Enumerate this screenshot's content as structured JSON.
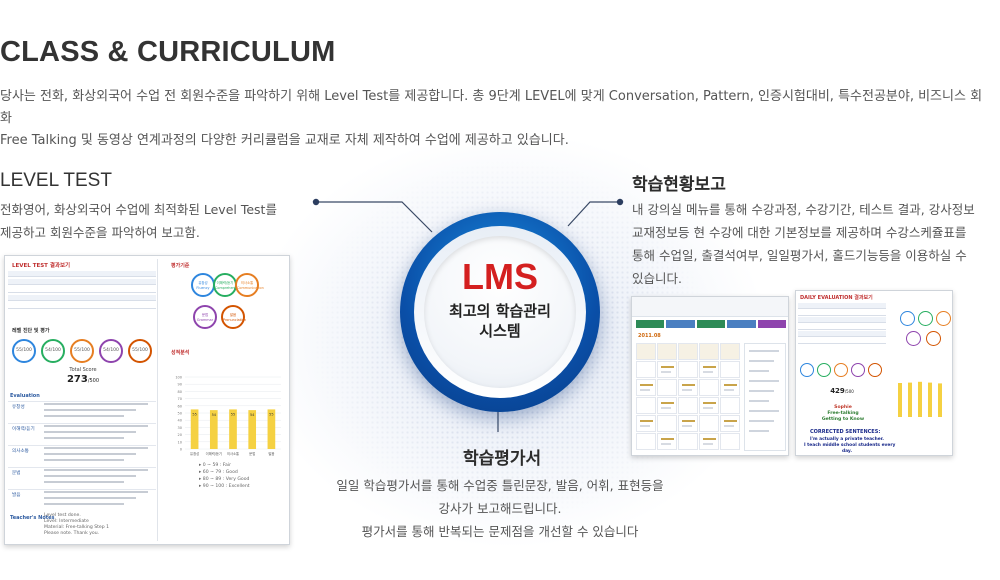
{
  "header": {
    "title": "CLASS & CURRICULUM",
    "intro_line1": "당사는 전화, 화상외국어 수업 전 회원수준을 파악하기 위해 Level Test를 제공합니다. 총 9단계 LEVEL에 맞게 Conversation, Pattern, 인증시험대비, 특수전공분야, 비즈니스 회화",
    "intro_line2": "Free Talking 및 동영상 연계과정의 다양한 커리큘럼을 교재로 자체 제작하여 수업에 제공하고 있습니다."
  },
  "center": {
    "logo": "LMS",
    "caption_line1": "최고의 학습관리",
    "caption_line2": "시스템"
  },
  "level_test": {
    "title": "LEVEL TEST",
    "desc_line1": "전화영어, 화상외국어 수업에 최적화된 Level Test를",
    "desc_line2": "제공하고 회원수준을 파악하여 보고함.",
    "shot": {
      "header": "LEVEL TEST 결과보기",
      "section_result": "레벨 진단 및 평가",
      "scores": [
        "55",
        "54",
        "55",
        "54",
        "55"
      ],
      "score_suffix": "/100",
      "total_label": "Total Score",
      "total": "273",
      "total_suffix": "/500",
      "evaluation_label": "Evaluation",
      "rows": [
        "유창성",
        "이해력/듣기",
        "의사소통",
        "문법",
        "발음"
      ],
      "side_title1": "평가기준",
      "side_title2": "성적분석",
      "bubbles": [
        "유창성 Fluency",
        "이해력/듣기 Comprehension",
        "의사소통 Communication",
        "문법 Grammar",
        "발음 Pronunciation"
      ],
      "bar_values": [
        55,
        54,
        55,
        54,
        55
      ],
      "bar_labels": [
        "유창성",
        "이해력/듣기",
        "의사소통",
        "문법",
        "발음"
      ],
      "legend": [
        "0 ~ 59 : Fair",
        "60 ~ 79 : Good",
        "80 ~ 89 : Very Good",
        "90 ~ 100 : Excellent"
      ],
      "teacher_notes_label": "Teacher's Notes",
      "teacher_notes": [
        "Level test done.",
        "Level: Intermediate",
        "Material: Free-talking Step 1",
        "Please note. Thank you."
      ]
    }
  },
  "progress_report": {
    "title": "학습현황보고",
    "desc_line1": "내 강의실 메뉴를 통해 수강과정, 수강기간, 테스트 결과, 강사정보",
    "desc_line2": "교재정보등 현 수강에 대한 기본정보를 제공하며 수강스케쥴표를",
    "desc_line3": "통해 수업일, 출결석여부, 일일평가서, 홀드기능등을 이용하실 수",
    "desc_line4": "있습니다.",
    "calendar_month": "2011.08",
    "daily_header": "DAILY EVALUATION 결과보기",
    "daily_score": "429",
    "daily_score_suffix": "/500",
    "daily_note_lines": [
      "Sophie",
      "Free-talking",
      "Getting to Know"
    ],
    "corrected_label": "CORRECTED SENTENCES:",
    "corrected_lines": [
      "I'm actually a private teacher.",
      "I teach middle school students every",
      "day."
    ]
  },
  "daily_eval": {
    "title": "학습평가서",
    "desc_line1": "일일 학습평가서를 통해 수업중 틀린문장, 발음, 어휘, 표현등을",
    "desc_line2": "강사가 보고해드립니다.",
    "desc_line3": "평가서를 통해 반복되는 문제점을 개선할 수 있습니다"
  },
  "colors": {
    "lms_red": "#d42020",
    "lms_blue": "#0a4fa8",
    "bubble_colors": [
      "#2e86de",
      "#27ae60",
      "#e67e22",
      "#8e44ad",
      "#d35400"
    ],
    "bar_color": "#f5d142"
  }
}
